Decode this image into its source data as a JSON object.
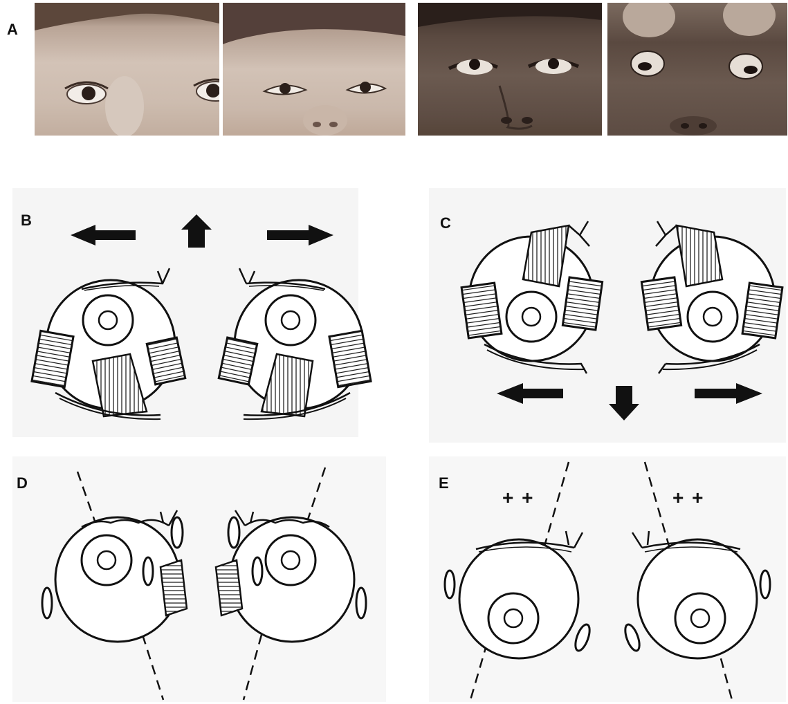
{
  "figure": {
    "panel_labels": {
      "a": "A",
      "b": "B",
      "c": "C",
      "d": "D",
      "e": "E"
    },
    "photos": [
      {
        "name": "photo-child-1-eyes",
        "caption": ""
      },
      {
        "name": "photo-child-1-upgaze",
        "caption": ""
      },
      {
        "name": "photo-child-2-eyes",
        "caption": ""
      },
      {
        "name": "photo-child-2-lids-retracted",
        "caption": ""
      }
    ],
    "annotations": {
      "e_left_marks": "+ +",
      "e_right_marks": "+ +"
    },
    "colors": {
      "ink": "#111111",
      "photo_light": "#c9b8aa",
      "photo_mid": "#8f7a6a",
      "photo_dark_skin": "#4a3a33",
      "panel_bg": "#f4f4f4"
    },
    "icons": [
      "arrow-left-icon",
      "arrow-up-icon",
      "arrow-right-icon",
      "arrow-down-icon"
    ]
  }
}
